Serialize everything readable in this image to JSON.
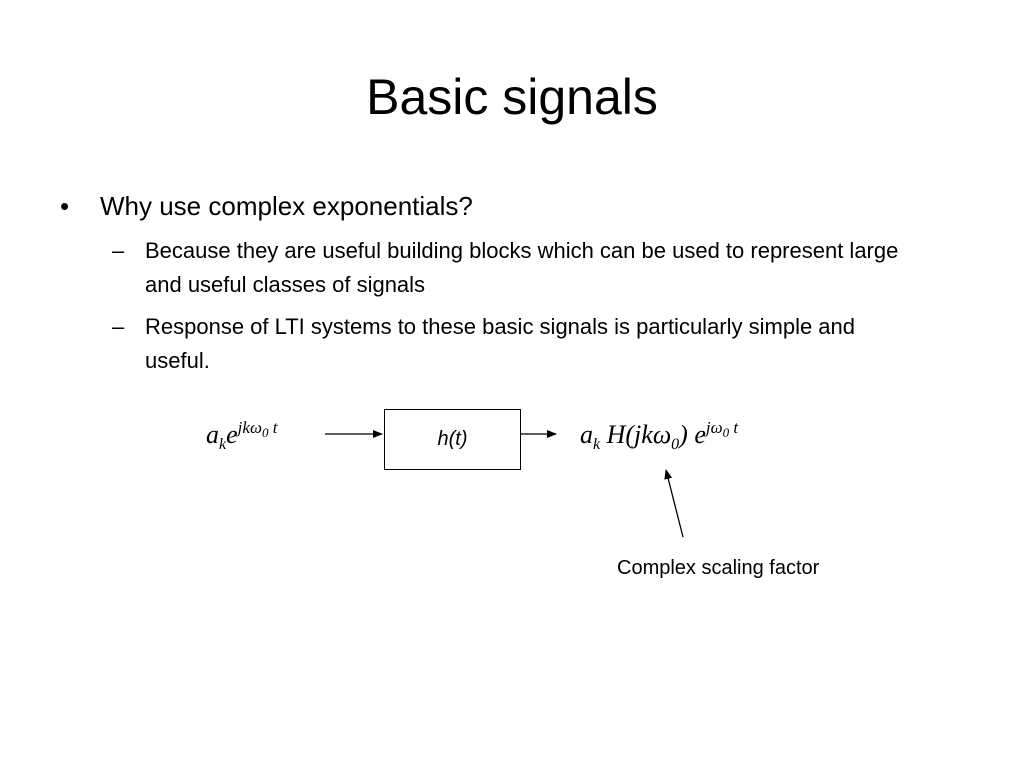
{
  "title": "Basic signals",
  "bullet": {
    "mark": "•",
    "text": "Why use complex exponentials?"
  },
  "sub_bullets": [
    {
      "dash": "–",
      "text": "Because they are useful building blocks which can be used to represent large and useful classes of signals"
    },
    {
      "dash": "–",
      "text": "Response of LTI systems to these basic signals is particularly simple and useful."
    }
  ],
  "diagram": {
    "input": {
      "base": "a",
      "base_sub": "k",
      "exp_base": "e",
      "exp_jk": "jk",
      "exp_omega": "ω",
      "exp_omega_sub": "0",
      "exp_t": " t"
    },
    "system_label": "h(t)",
    "output": {
      "base": "a",
      "base_sub": "k",
      "H_open": " H(jk",
      "H_omega": "ω",
      "H_omega_sub": "0",
      "H_close": ") e",
      "exp_j": "j",
      "exp_omega": "ω",
      "exp_omega_sub": "0",
      "exp_t": " t"
    },
    "annotation": "Complex scaling factor"
  }
}
